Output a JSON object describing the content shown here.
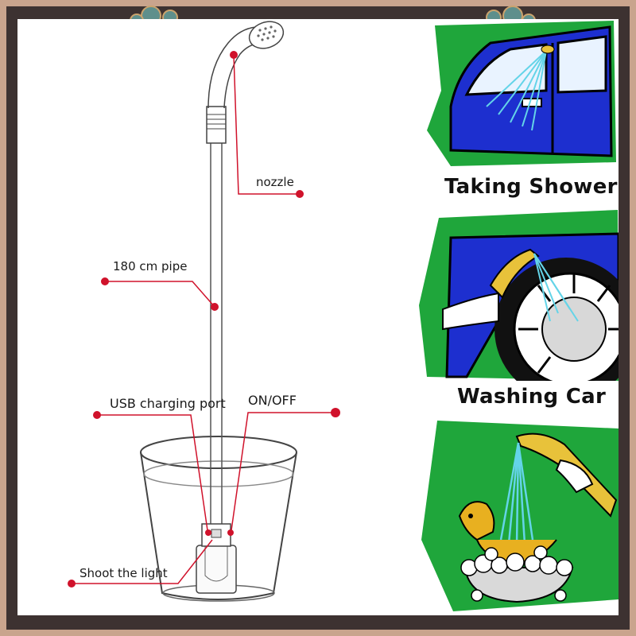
{
  "callouts": {
    "nozzle": "nozzle",
    "pipe": "180 cm pipe",
    "usb": "USB charging port",
    "onoff": "ON/OFF",
    "light": "Shoot the light"
  },
  "uses": [
    {
      "caption": "Taking Shower",
      "icon": "car-shower-illustration"
    },
    {
      "caption": "Washing Car",
      "icon": "car-wheel-wash-illustration"
    },
    {
      "caption": "",
      "icon": "dog-bath-illustration"
    }
  ],
  "colors": {
    "callout_red": "#d0122b",
    "panel_green": "#1fa63b",
    "car_blue": "#1d2fcf",
    "water_cyan": "#64d4e8",
    "frame_brown": "#3d3231"
  }
}
